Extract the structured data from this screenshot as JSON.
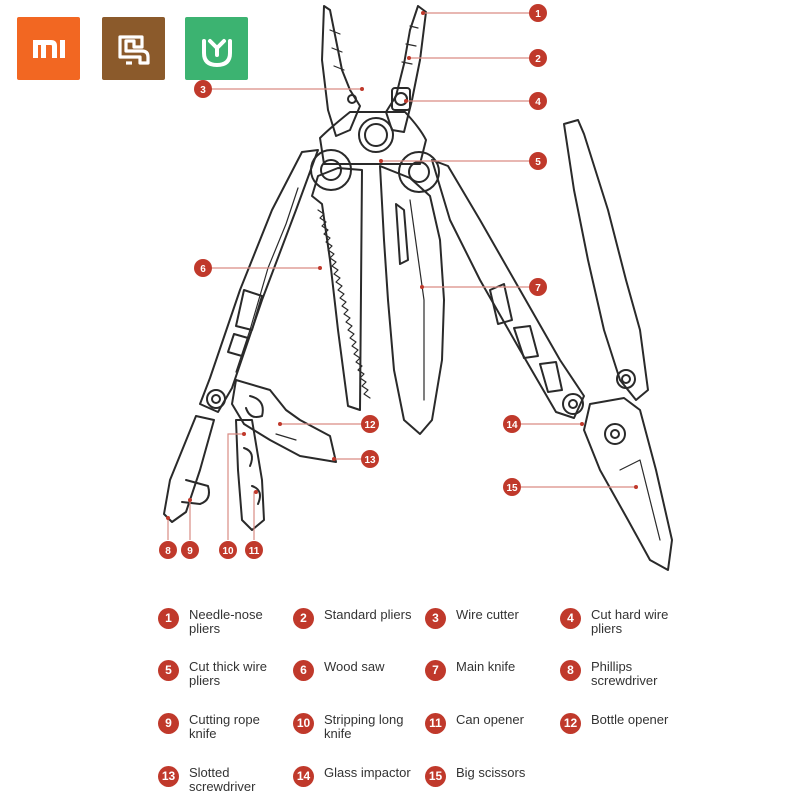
{
  "brand": {
    "logos": [
      {
        "name": "mi-logo",
        "text": "mi",
        "color": "#f26722"
      },
      {
        "name": "youpin-logo",
        "text": "",
        "color": "#8b5a2b"
      },
      {
        "name": "mijia-logo",
        "text": "",
        "color": "#3cb371"
      }
    ]
  },
  "colors": {
    "accent": "#c0392b",
    "line": "#d98c84",
    "outline": "#2a2a2a"
  },
  "callouts": [
    "1",
    "2",
    "3",
    "4",
    "5",
    "6",
    "7",
    "8",
    "9",
    "10",
    "11",
    "12",
    "13",
    "14",
    "15"
  ],
  "legend": [
    {
      "num": "1",
      "label": "Needle-nose pliers"
    },
    {
      "num": "2",
      "label": "Standard pliers"
    },
    {
      "num": "3",
      "label": "Wire cutter"
    },
    {
      "num": "4",
      "label": "Cut hard wire pliers"
    },
    {
      "num": "5",
      "label": "Cut thick wire pliers"
    },
    {
      "num": "6",
      "label": "Wood saw"
    },
    {
      "num": "7",
      "label": "Main knife"
    },
    {
      "num": "8",
      "label": "Phillips screwdriver"
    },
    {
      "num": "9",
      "label": "Cutting rope knife"
    },
    {
      "num": "10",
      "label": "Stripping long knife"
    },
    {
      "num": "11",
      "label": "Can opener"
    },
    {
      "num": "12",
      "label": "Bottle opener"
    },
    {
      "num": "13",
      "label": "Slotted screwdriver"
    },
    {
      "num": "14",
      "label": "Glass impactor"
    },
    {
      "num": "15",
      "label": "Big scissors"
    }
  ]
}
